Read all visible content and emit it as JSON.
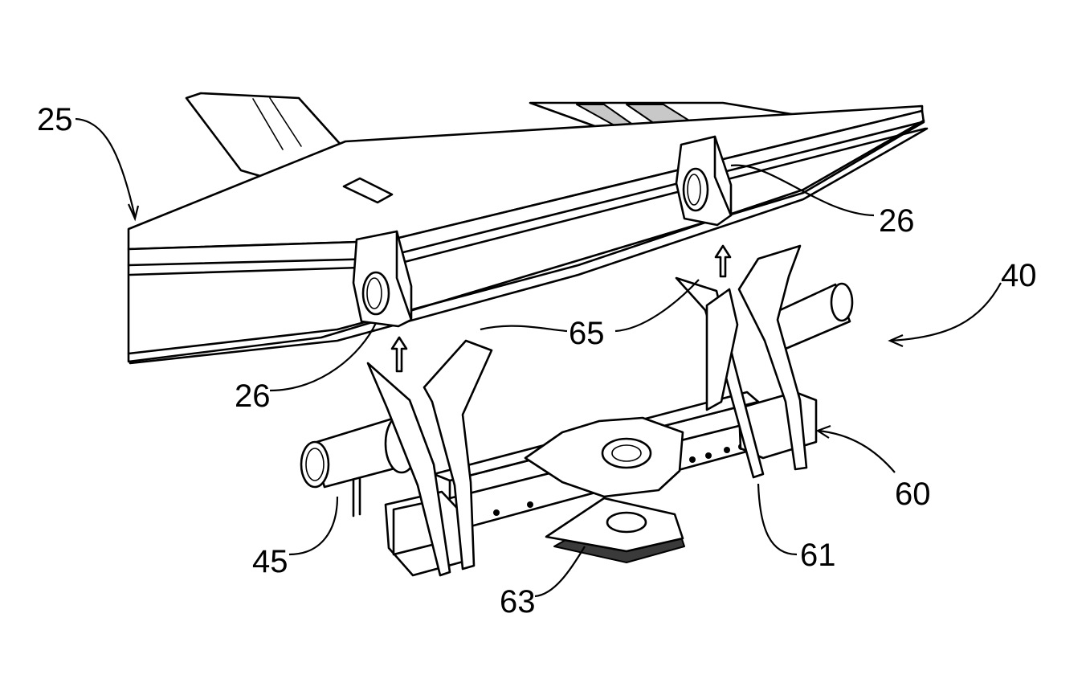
{
  "figure": {
    "labels": {
      "ref_25": "25",
      "ref_26_right": "26",
      "ref_26_left": "26",
      "ref_40": "40",
      "ref_65": "65",
      "ref_60": "60",
      "ref_45": "45",
      "ref_61": "61",
      "ref_63": "63"
    }
  }
}
